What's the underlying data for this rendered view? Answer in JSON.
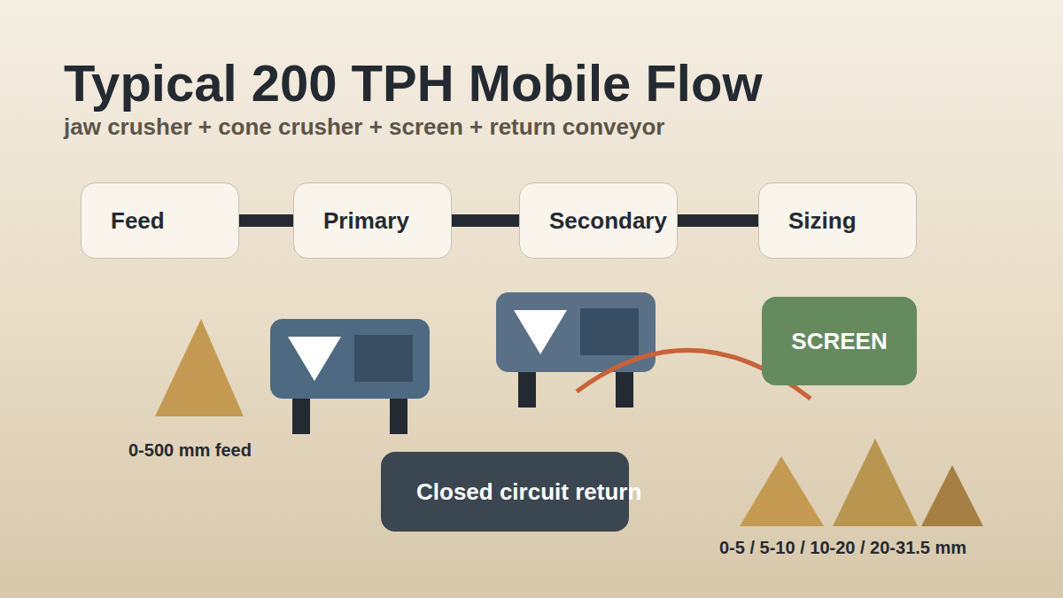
{
  "diagram": {
    "title": "Typical 200 TPH Mobile Flow",
    "nodes": [
      {
        "text": [
          "Feed"
        ]
      },
      {
        "text": [
          "Primary"
        ]
      },
      {
        "text": [
          "Secondary"
        ]
      },
      {
        "text": [
          "Sizing"
        ]
      },
      {
        "text": [
          "SCREEN"
        ]
      },
      {
        "text": [
          "Closed circuit return"
        ]
      }
    ],
    "edges": [
      {
        "from": 0,
        "to": 1,
        "arrow": "none"
      },
      {
        "from": 1,
        "to": 2,
        "arrow": "none"
      },
      {
        "from": 2,
        "to": 3,
        "arrow": "none"
      }
    ],
    "labels": [
      "jaw crusher + cone crusher + screen + return conveyor",
      "0-500 mm feed",
      "0-5 / 5-10 / 10-20 / 20-31.5 mm"
    ]
  }
}
